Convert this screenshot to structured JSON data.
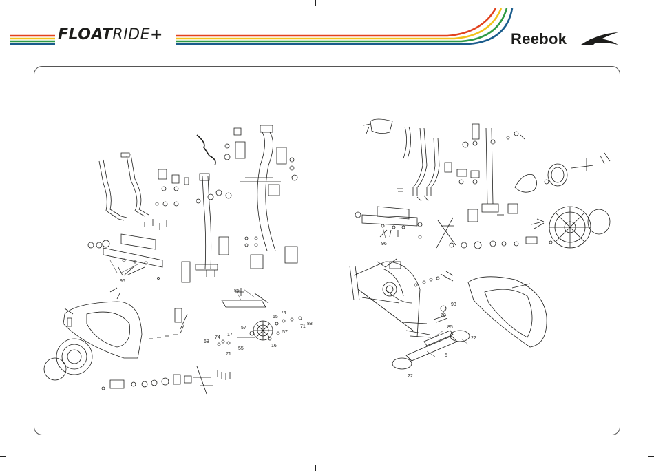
{
  "header": {
    "title_bold": "FLOAT",
    "title_light": "RIDE",
    "title_plus": "+",
    "logo_text": "Reebok"
  },
  "stripe_colors": [
    "#1a5c8c",
    "#2e9a44",
    "#f2c21c",
    "#e1421d"
  ],
  "diagram": {
    "left_labels": [
      "96",
      "85",
      "74",
      "55",
      "57",
      "17",
      "71",
      "68",
      "55",
      "71",
      "74",
      "57",
      "88",
      "16"
    ],
    "right_labels": [
      "96",
      "93",
      "80",
      "85",
      "22",
      "5",
      "22"
    ]
  }
}
